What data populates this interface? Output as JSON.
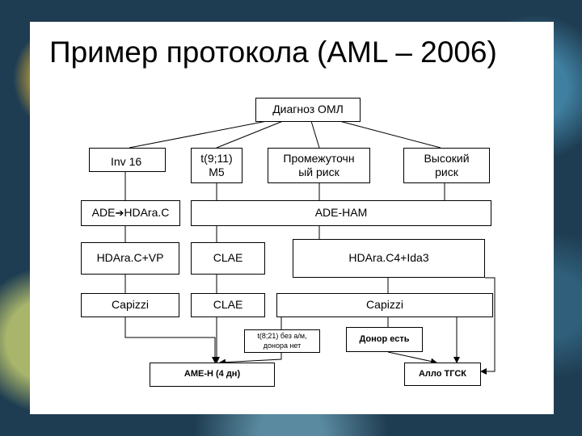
{
  "title": "Пример протокола (AML – 2006)",
  "nodes": {
    "diagnosis": "Диагноз ОМЛ",
    "inv16": "Inv 16",
    "t911_line1": "t(9;11)",
    "t911_line2": "M5",
    "intermediate_line1": "Промежуточн",
    "intermediate_line2": "ый  риск",
    "high_line1": "Высокий",
    "high_line2": "риск",
    "ade_hdarac_prefix": "ADE",
    "ade_hdarac_suffix": "HDAra.C",
    "ade_ham": "ADE-HAM",
    "hdarac_vp": "HDAra.C+VP",
    "clae_1": "CLAE",
    "hdarac4_ida3": "HDAra.C4+Ida3",
    "capizzi_1": "Capizzi",
    "clae_2": "CLAE",
    "capizzi_2": "Capizzi",
    "t821_line1": "t(8;21) без  а/м,",
    "t821_line2": "донора нет",
    "donor_yes": "Донор есть",
    "ame_h": "AME-H (4 дн)",
    "allo_tgsk": "Алло ТГСК"
  }
}
